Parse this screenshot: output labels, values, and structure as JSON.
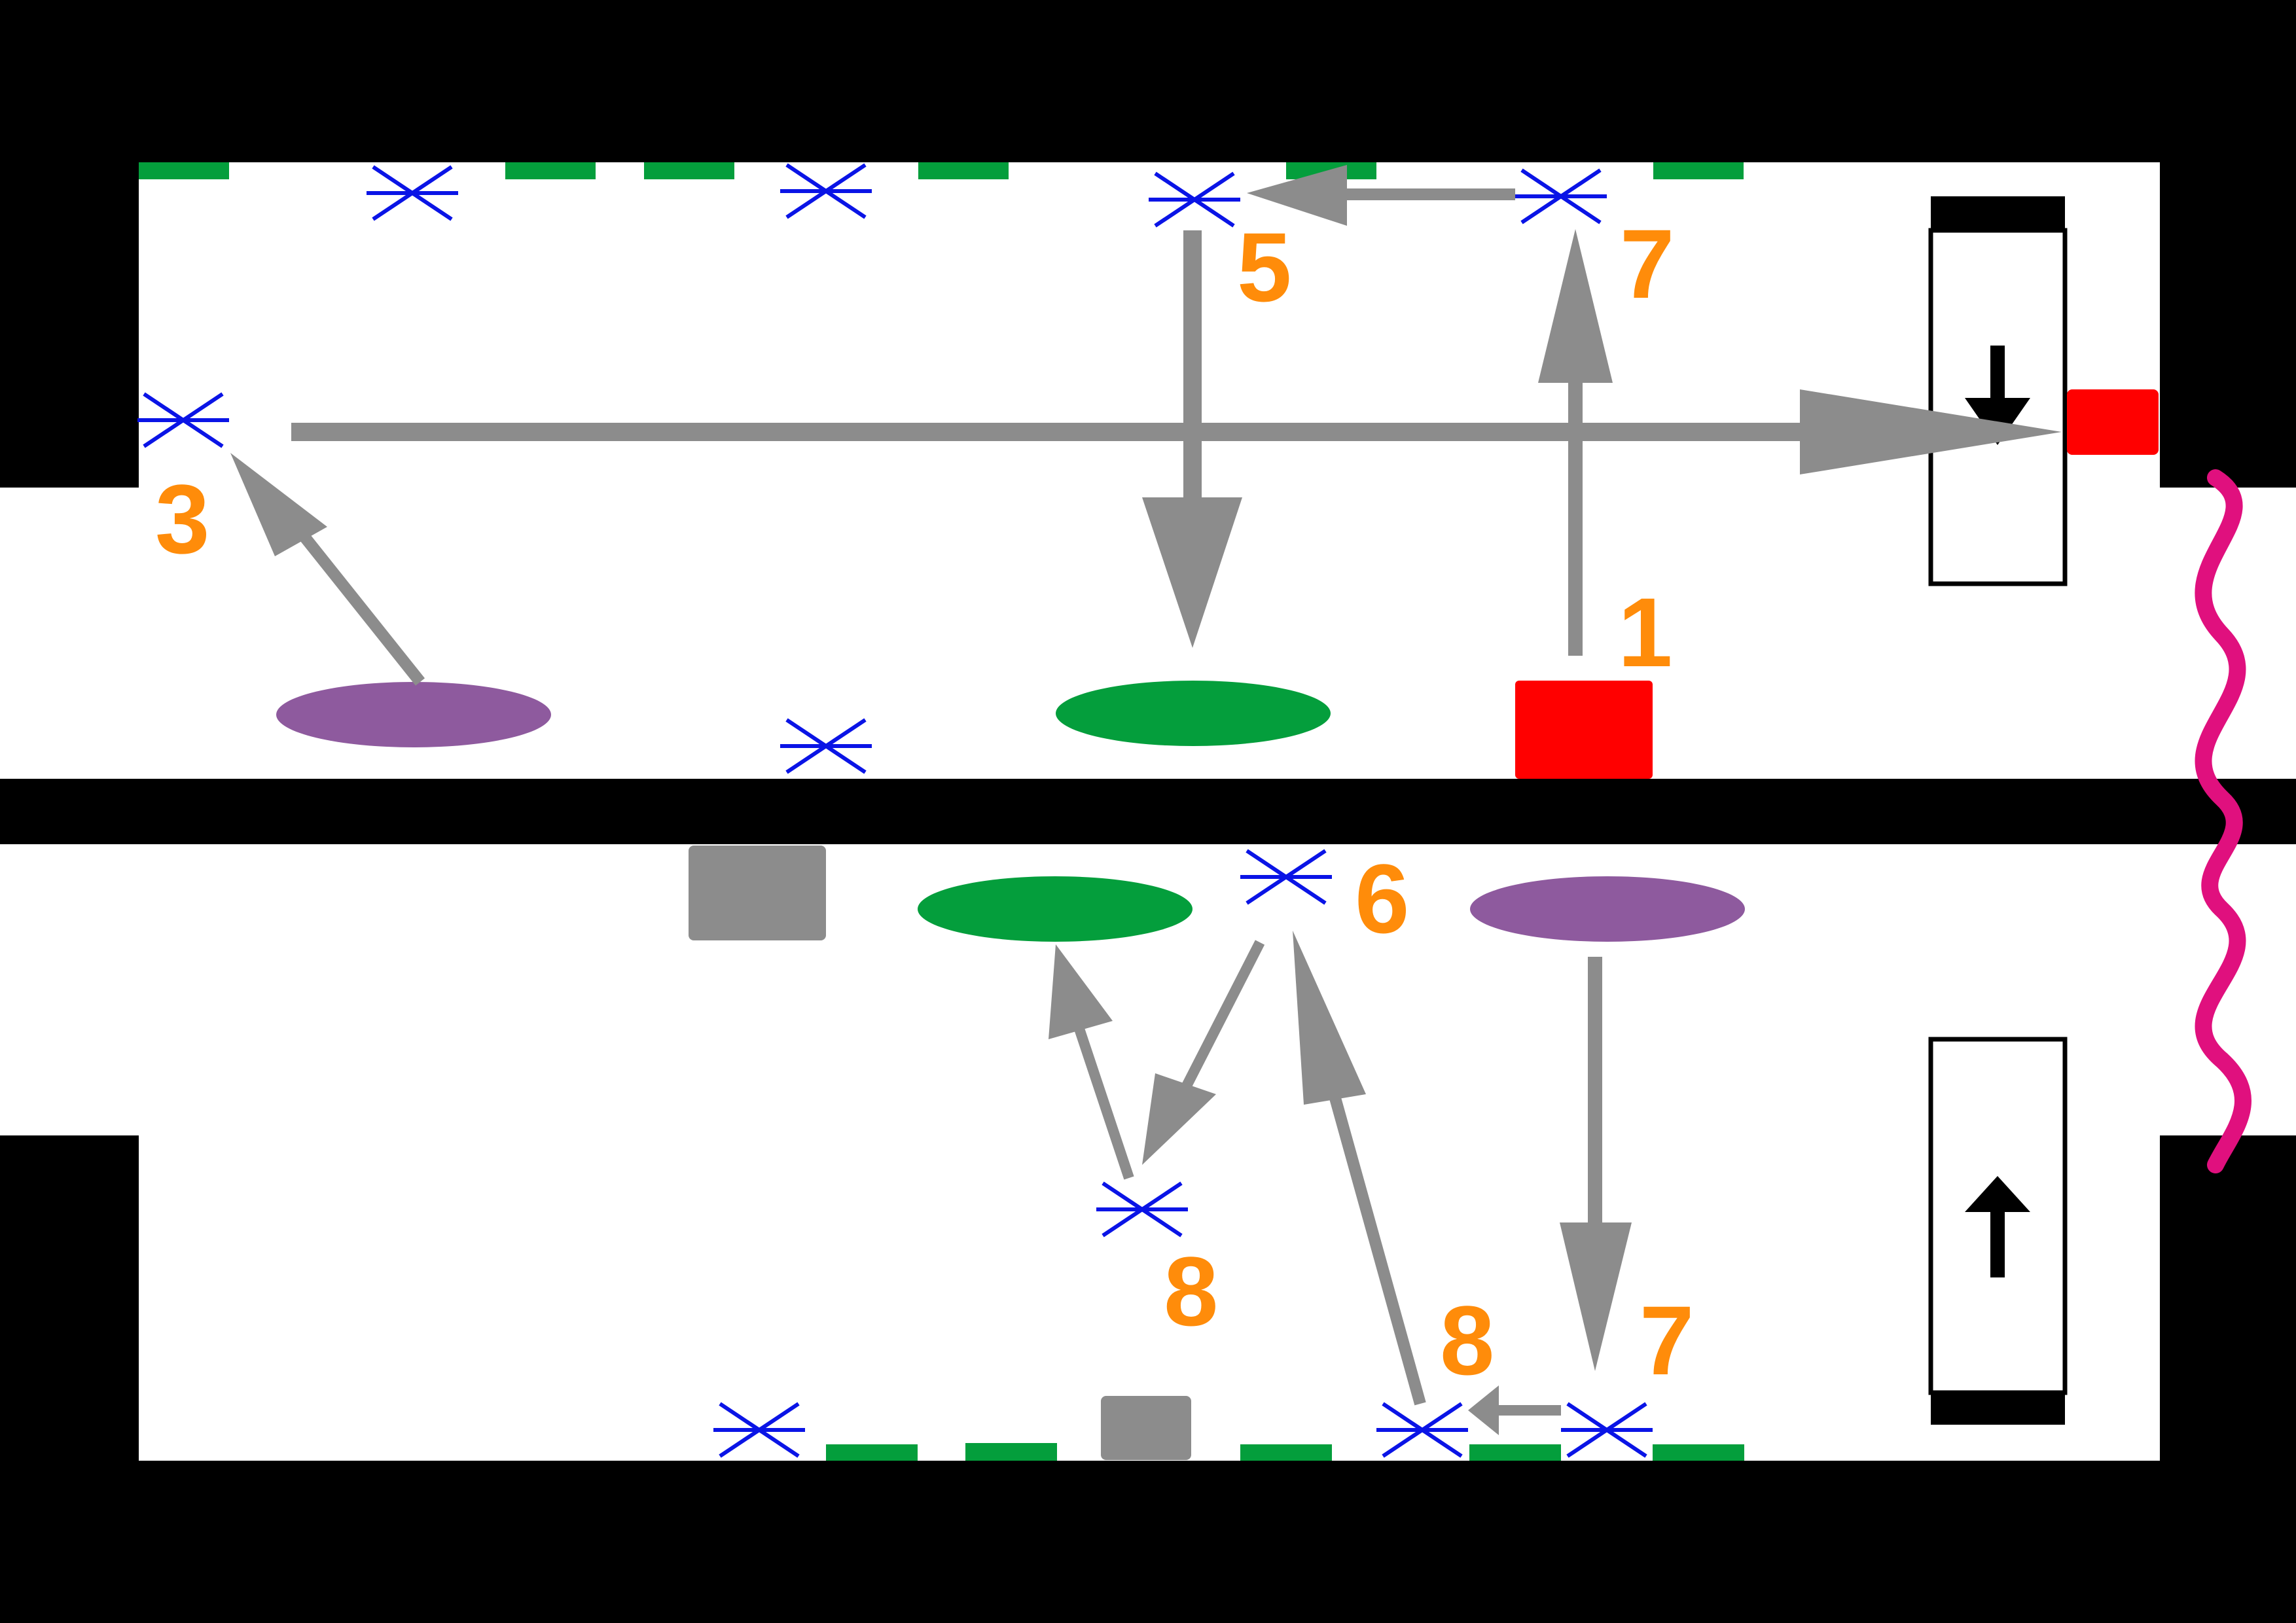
{
  "colors": {
    "wall": "#000000",
    "background": "#ffffff",
    "arrow": "#8c8c8c",
    "star": "#0a14e6",
    "label": "#ff8c0a",
    "green": "#049e3c",
    "purple": "#8e5a9e",
    "red": "#ff0000",
    "grey_box": "#8c8c8c",
    "wave": "#e0107e"
  },
  "labels": {
    "l1": "1",
    "l3": "3",
    "l5": "5",
    "l6": "6",
    "l7_top": "7",
    "l7_bottom": "7",
    "l8_mid": "8",
    "l8_bottom": "8"
  },
  "icons": {
    "star": "asterisk-star-icon",
    "block_arrow": "arrow-icon",
    "wave": "wavy-line-icon"
  }
}
